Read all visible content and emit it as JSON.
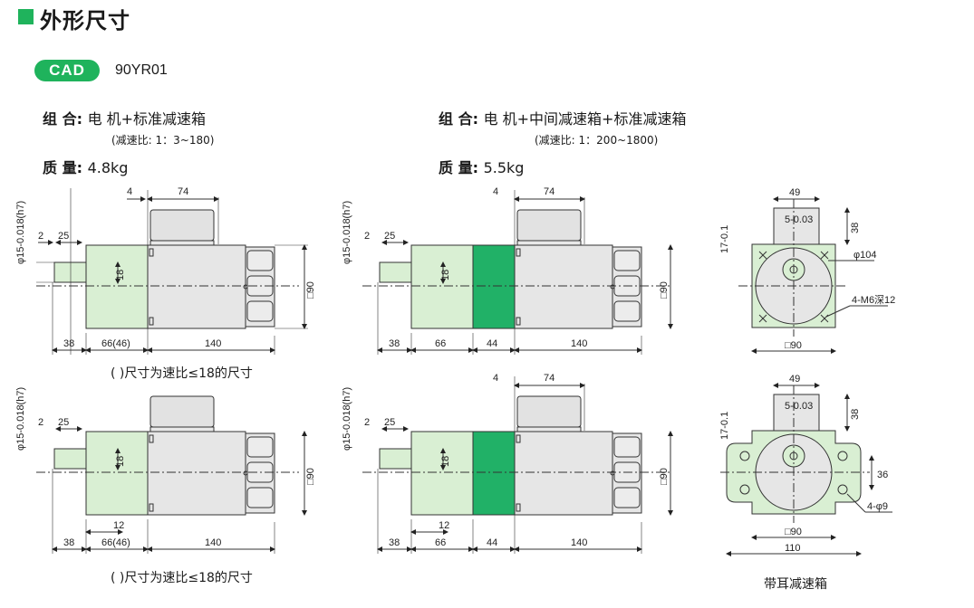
{
  "header": {
    "title": "外形尺寸",
    "cad_badge": "CAD",
    "model": "90YR01"
  },
  "left_spec": {
    "combo_label": "组 合:",
    "combo_value": "电 机+标准减速箱",
    "ratio_note": "(减速比: 1：3~180)",
    "mass_label": "质 量:",
    "mass_value": "4.8kg"
  },
  "right_spec": {
    "combo_label": "组 合:",
    "combo_value": "电 机+中间减速箱+标准减速箱",
    "ratio_note": "(减速比: 1：200~1800)",
    "mass_label": "质 量:",
    "mass_value": "5.5kg"
  },
  "captions": {
    "paren_note": "( )尺寸为速比≤18的尺寸",
    "eared_gearbox": "带耳减速箱"
  },
  "dims": {
    "shaft": "φ15-0.018(h7)",
    "shaft_tol_hi": "0",
    "shaft_tol_lo": "-0.018",
    "d2": "2",
    "d25": "25",
    "d4": "4",
    "d74": "74",
    "d18": "18",
    "d90": "□90",
    "d38": "38",
    "d66_46": "66(46)",
    "d66": "66",
    "d44": "44",
    "d140": "140",
    "d12": "12",
    "d49": "49",
    "key": "5-0.03",
    "d38v": "38",
    "d17": "17-0.1",
    "phi104": "φ104",
    "m6": "4-M6深12",
    "sq90": "□90",
    "d36": "36",
    "phi9": "4-φ9",
    "d110": "110"
  },
  "colors": {
    "accent": "#1fb35c",
    "light_green": "#d9efd3",
    "mid_green": "#21b167",
    "motor_gray": "#e6e6e6"
  }
}
